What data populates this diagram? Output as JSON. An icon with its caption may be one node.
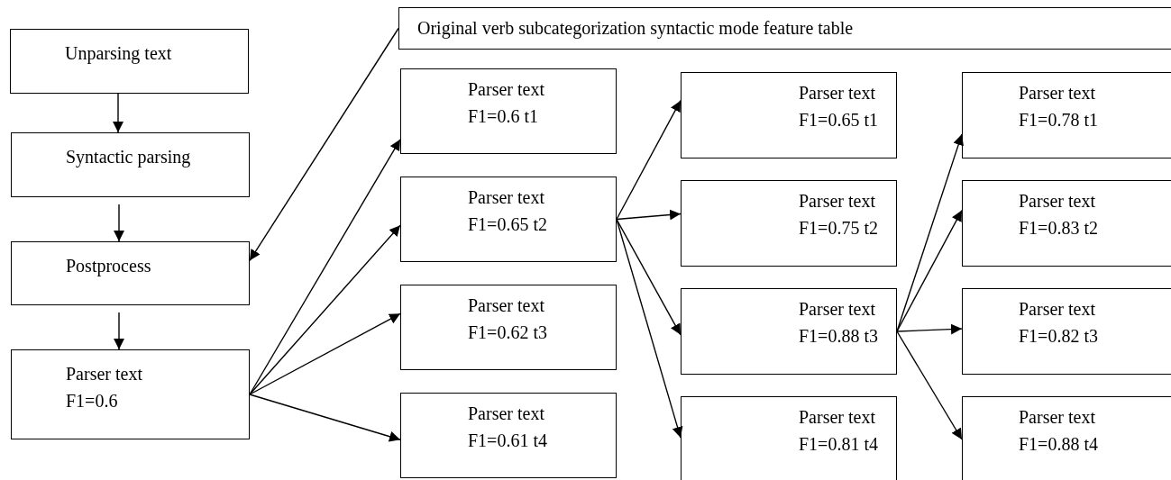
{
  "diagram": {
    "nodes": [
      {
        "text": [
          "Unparsing text"
        ]
      },
      {
        "text": [
          "Syntactic parsing"
        ]
      },
      {
        "text": [
          "Postprocess"
        ]
      },
      {
        "text": [
          "Parser text",
          "F1=0.6"
        ]
      },
      {
        "text": [
          "Original verb subcategorization syntactic mode feature table"
        ]
      },
      {
        "text": [
          "Parser text",
          "F1=0.6 t1"
        ]
      },
      {
        "text": [
          "Parser text",
          "F1=0.65 t2"
        ]
      },
      {
        "text": [
          "Parser text",
          "F1=0.62 t3"
        ]
      },
      {
        "text": [
          "Parser text",
          "F1=0.61 t4"
        ]
      },
      {
        "text": [
          "Parser text",
          "F1=0.65 t1"
        ]
      },
      {
        "text": [
          "Parser text",
          "F1=0.75 t2"
        ]
      },
      {
        "text": [
          "Parser text",
          "F1=0.88 t3"
        ]
      },
      {
        "text": [
          "Parser text",
          "F1=0.81 t4"
        ]
      },
      {
        "text": [
          "Parser text",
          "F1=0.78 t1"
        ]
      },
      {
        "text": [
          "Parser text",
          "F1=0.83 t2"
        ]
      },
      {
        "text": [
          "Parser text",
          "F1=0.82 t3"
        ]
      },
      {
        "text": [
          "Parser text",
          "F1=0.88 t4"
        ]
      }
    ],
    "edges": [
      {
        "from": 0,
        "to": 1,
        "arrow": "to"
      },
      {
        "from": 1,
        "to": 2,
        "arrow": "to"
      },
      {
        "from": 2,
        "to": 3,
        "arrow": "to"
      },
      {
        "from": 4,
        "to": 2,
        "arrow": "to"
      },
      {
        "from": 3,
        "to": 5,
        "arrow": "to"
      },
      {
        "from": 3,
        "to": 6,
        "arrow": "to"
      },
      {
        "from": 3,
        "to": 7,
        "arrow": "to"
      },
      {
        "from": 3,
        "to": 8,
        "arrow": "to"
      },
      {
        "from": 6,
        "to": 9,
        "arrow": "to"
      },
      {
        "from": 6,
        "to": 10,
        "arrow": "to"
      },
      {
        "from": 6,
        "to": 11,
        "arrow": "to"
      },
      {
        "from": 6,
        "to": 12,
        "arrow": "to"
      },
      {
        "from": 11,
        "to": 13,
        "arrow": "to"
      },
      {
        "from": 11,
        "to": 14,
        "arrow": "to"
      },
      {
        "from": 11,
        "to": 15,
        "arrow": "to"
      },
      {
        "from": 11,
        "to": 16,
        "arrow": "to"
      }
    ]
  }
}
